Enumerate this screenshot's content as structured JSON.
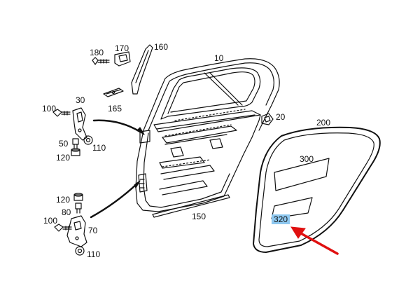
{
  "diagram": {
    "labels": {
      "p10": "10",
      "p20": "20",
      "p30": "30",
      "p50": "50",
      "p70": "70",
      "p80": "80",
      "p100a": "100",
      "p100b": "100",
      "p110a": "110",
      "p110b": "110",
      "p120a": "120",
      "p120b": "120",
      "p150": "150",
      "p160": "160",
      "p165": "165",
      "p170": "170",
      "p180": "180",
      "p200": "200",
      "p300": "300",
      "p320": "320"
    },
    "highlighted_part": "320",
    "colors": {
      "line": "#111111",
      "highlight": "#8ec8f0",
      "arrow": "#e01010",
      "background": "#ffffff"
    }
  }
}
